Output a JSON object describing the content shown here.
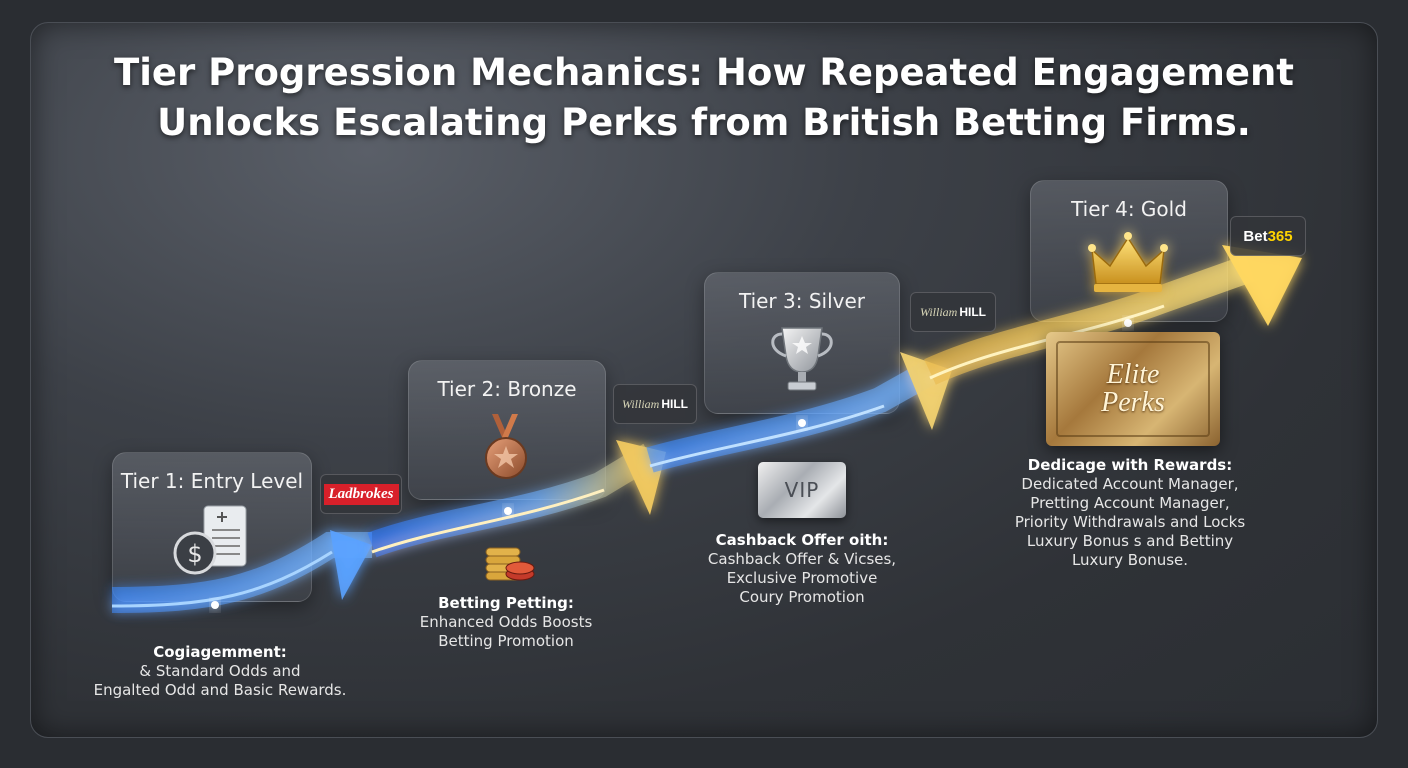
{
  "title": {
    "line1": "Tier Progression Mechanics: How Repeated Engagement",
    "line2": "Unlocks Escalating Perks from British Betting Firms."
  },
  "tiers": [
    {
      "label": "Tier 1: Entry Level",
      "icon": "document-dollar-icon",
      "logo": "Ladbrokes",
      "desc_head": "Cogiagemment:",
      "desc_lines": [
        "& Standard Odds and",
        "Engalted Odd and Basic Rewards."
      ]
    },
    {
      "label": "Tier 2: Bronze",
      "icon": "bronze-medal-icon",
      "logo_a": "William",
      "logo_b": "HILL",
      "desc_icon": "coin-stack-icon",
      "desc_head": "Betting Petting:",
      "desc_lines": [
        "Enhanced Odds Boosts",
        "Betting Promotion"
      ]
    },
    {
      "label": "Tier 3: Silver",
      "icon": "silver-trophy-icon",
      "logo_a": "William",
      "logo_b": "HILL",
      "badge": "VIP",
      "desc_head": "Cashback Offer oith:",
      "desc_lines": [
        "Cashback Offer &  Vicses,",
        "Exclusive Promotive",
        "Coury Promotion"
      ]
    },
    {
      "label": "Tier 4: Gold",
      "icon": "gold-crown-icon",
      "logo_a": "Bet",
      "logo_b": "365",
      "card_line1": "Elite",
      "card_line2": "Perks",
      "desc_head": "Dedicage with Rewards:",
      "desc_lines": [
        "Dedicated Account Manager,",
        "Pretting Account Manager,",
        "Priority Withdrawals and Locks",
        "Luxury Bonus s and Bettiny",
        "Luxury Bonuse."
      ]
    }
  ],
  "colors": {
    "blue_flow": "#3d8cff",
    "gold_flow": "#f0c040",
    "ladbrokes_red": "#d8202a",
    "bet365_yellow": "#ffd400",
    "williamhill_text": "#e8e8d0"
  }
}
